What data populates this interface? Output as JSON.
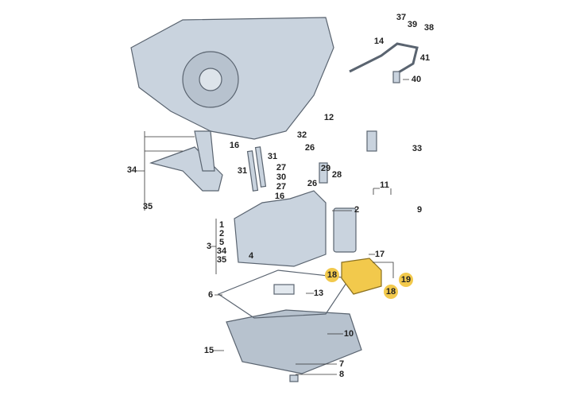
{
  "callouts": [
    "37",
    "39",
    "38",
    "14",
    "41",
    "40",
    "12",
    "32",
    "16",
    "31",
    "26",
    "29",
    "28",
    "27",
    "30",
    "27",
    "26",
    "16",
    "31",
    "34",
    "35",
    "33",
    "11",
    "9",
    "2",
    "1",
    "2",
    "5",
    "34",
    "35",
    "3",
    "4",
    "17",
    "18",
    "19",
    "18",
    "6",
    "13",
    "10",
    "15",
    "7",
    "8"
  ],
  "colors": {
    "part": "#c9d3de",
    "outline": "#5a6470",
    "highlight": "#f2c94c"
  }
}
